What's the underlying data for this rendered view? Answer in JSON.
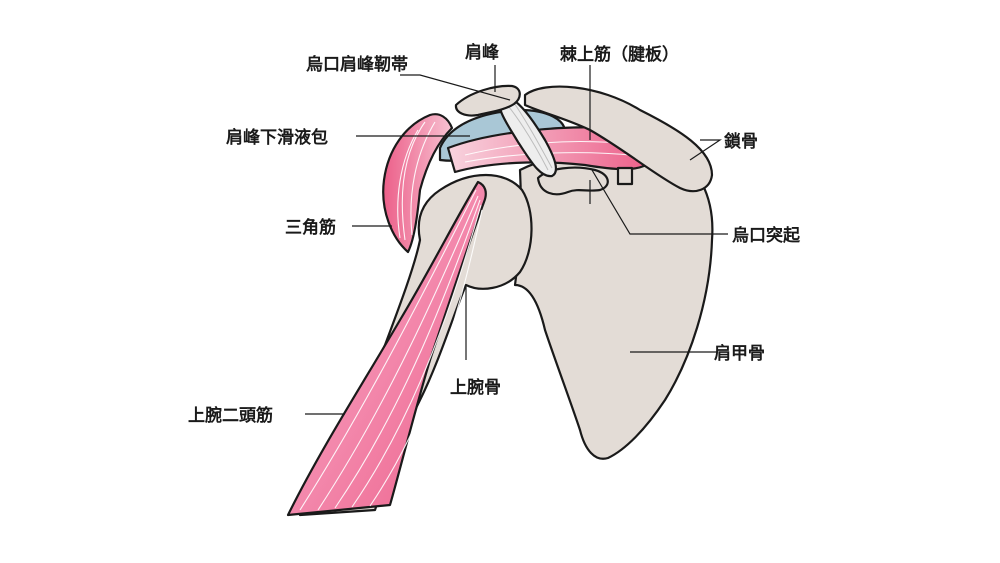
{
  "labels": {
    "coracoacromial_ligament": "烏口肩峰靭帯",
    "acromion": "肩峰",
    "supraspinatus": "棘上筋（腱板）",
    "subacromial_bursa": "肩峰下滑液包",
    "clavicle": "鎖骨",
    "deltoid": "三角筋",
    "coracoid_process": "烏口突起",
    "scapula": "肩甲骨",
    "humerus": "上腕骨",
    "biceps": "上腕二頭筋"
  },
  "colors": {
    "bone": "#e3dcd6",
    "muscle": "#ee6f93",
    "muscle_light": "#f8c9d6",
    "bursa": "#a9c7d6",
    "tendon": "#eeeeee",
    "outline": "#1a1a1a"
  }
}
